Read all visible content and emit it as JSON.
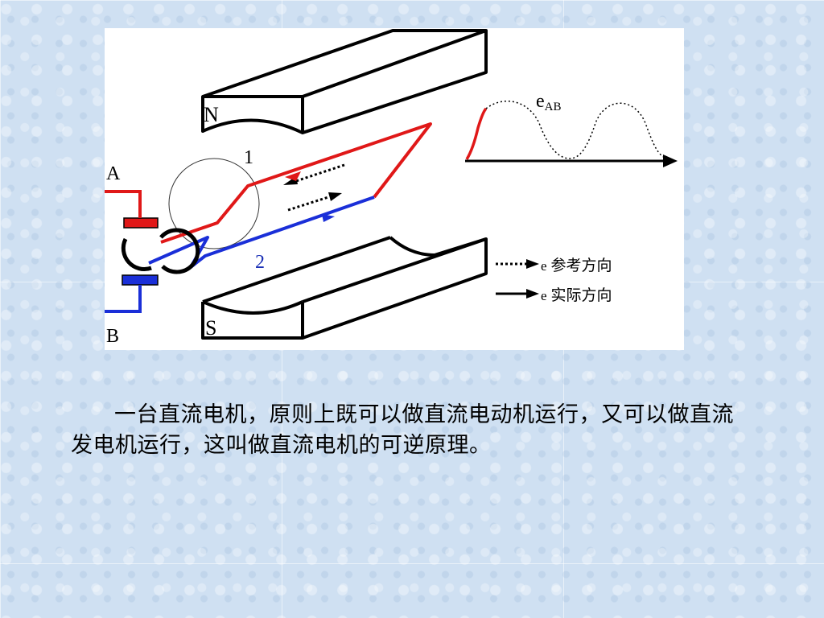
{
  "diagram": {
    "pole_north": "N",
    "pole_south": "S",
    "terminal_a": "A",
    "terminal_b": "B",
    "conductor_1": "1",
    "conductor_2": "2",
    "waveform_label_main": "e",
    "waveform_label_sub": "AB",
    "legend": [
      {
        "prefix": "e",
        "text": "参考方向"
      },
      {
        "prefix": "e",
        "text": "实际方向"
      }
    ],
    "colors": {
      "conductor_red": "#e01818",
      "conductor_blue": "#1a2fd8",
      "magnet_outline": "#000000"
    }
  },
  "caption": "一台直流电机，原则上既可以做直流电动机运行，又可以做直流发电机运行，这叫做直流电机的可逆原理。"
}
